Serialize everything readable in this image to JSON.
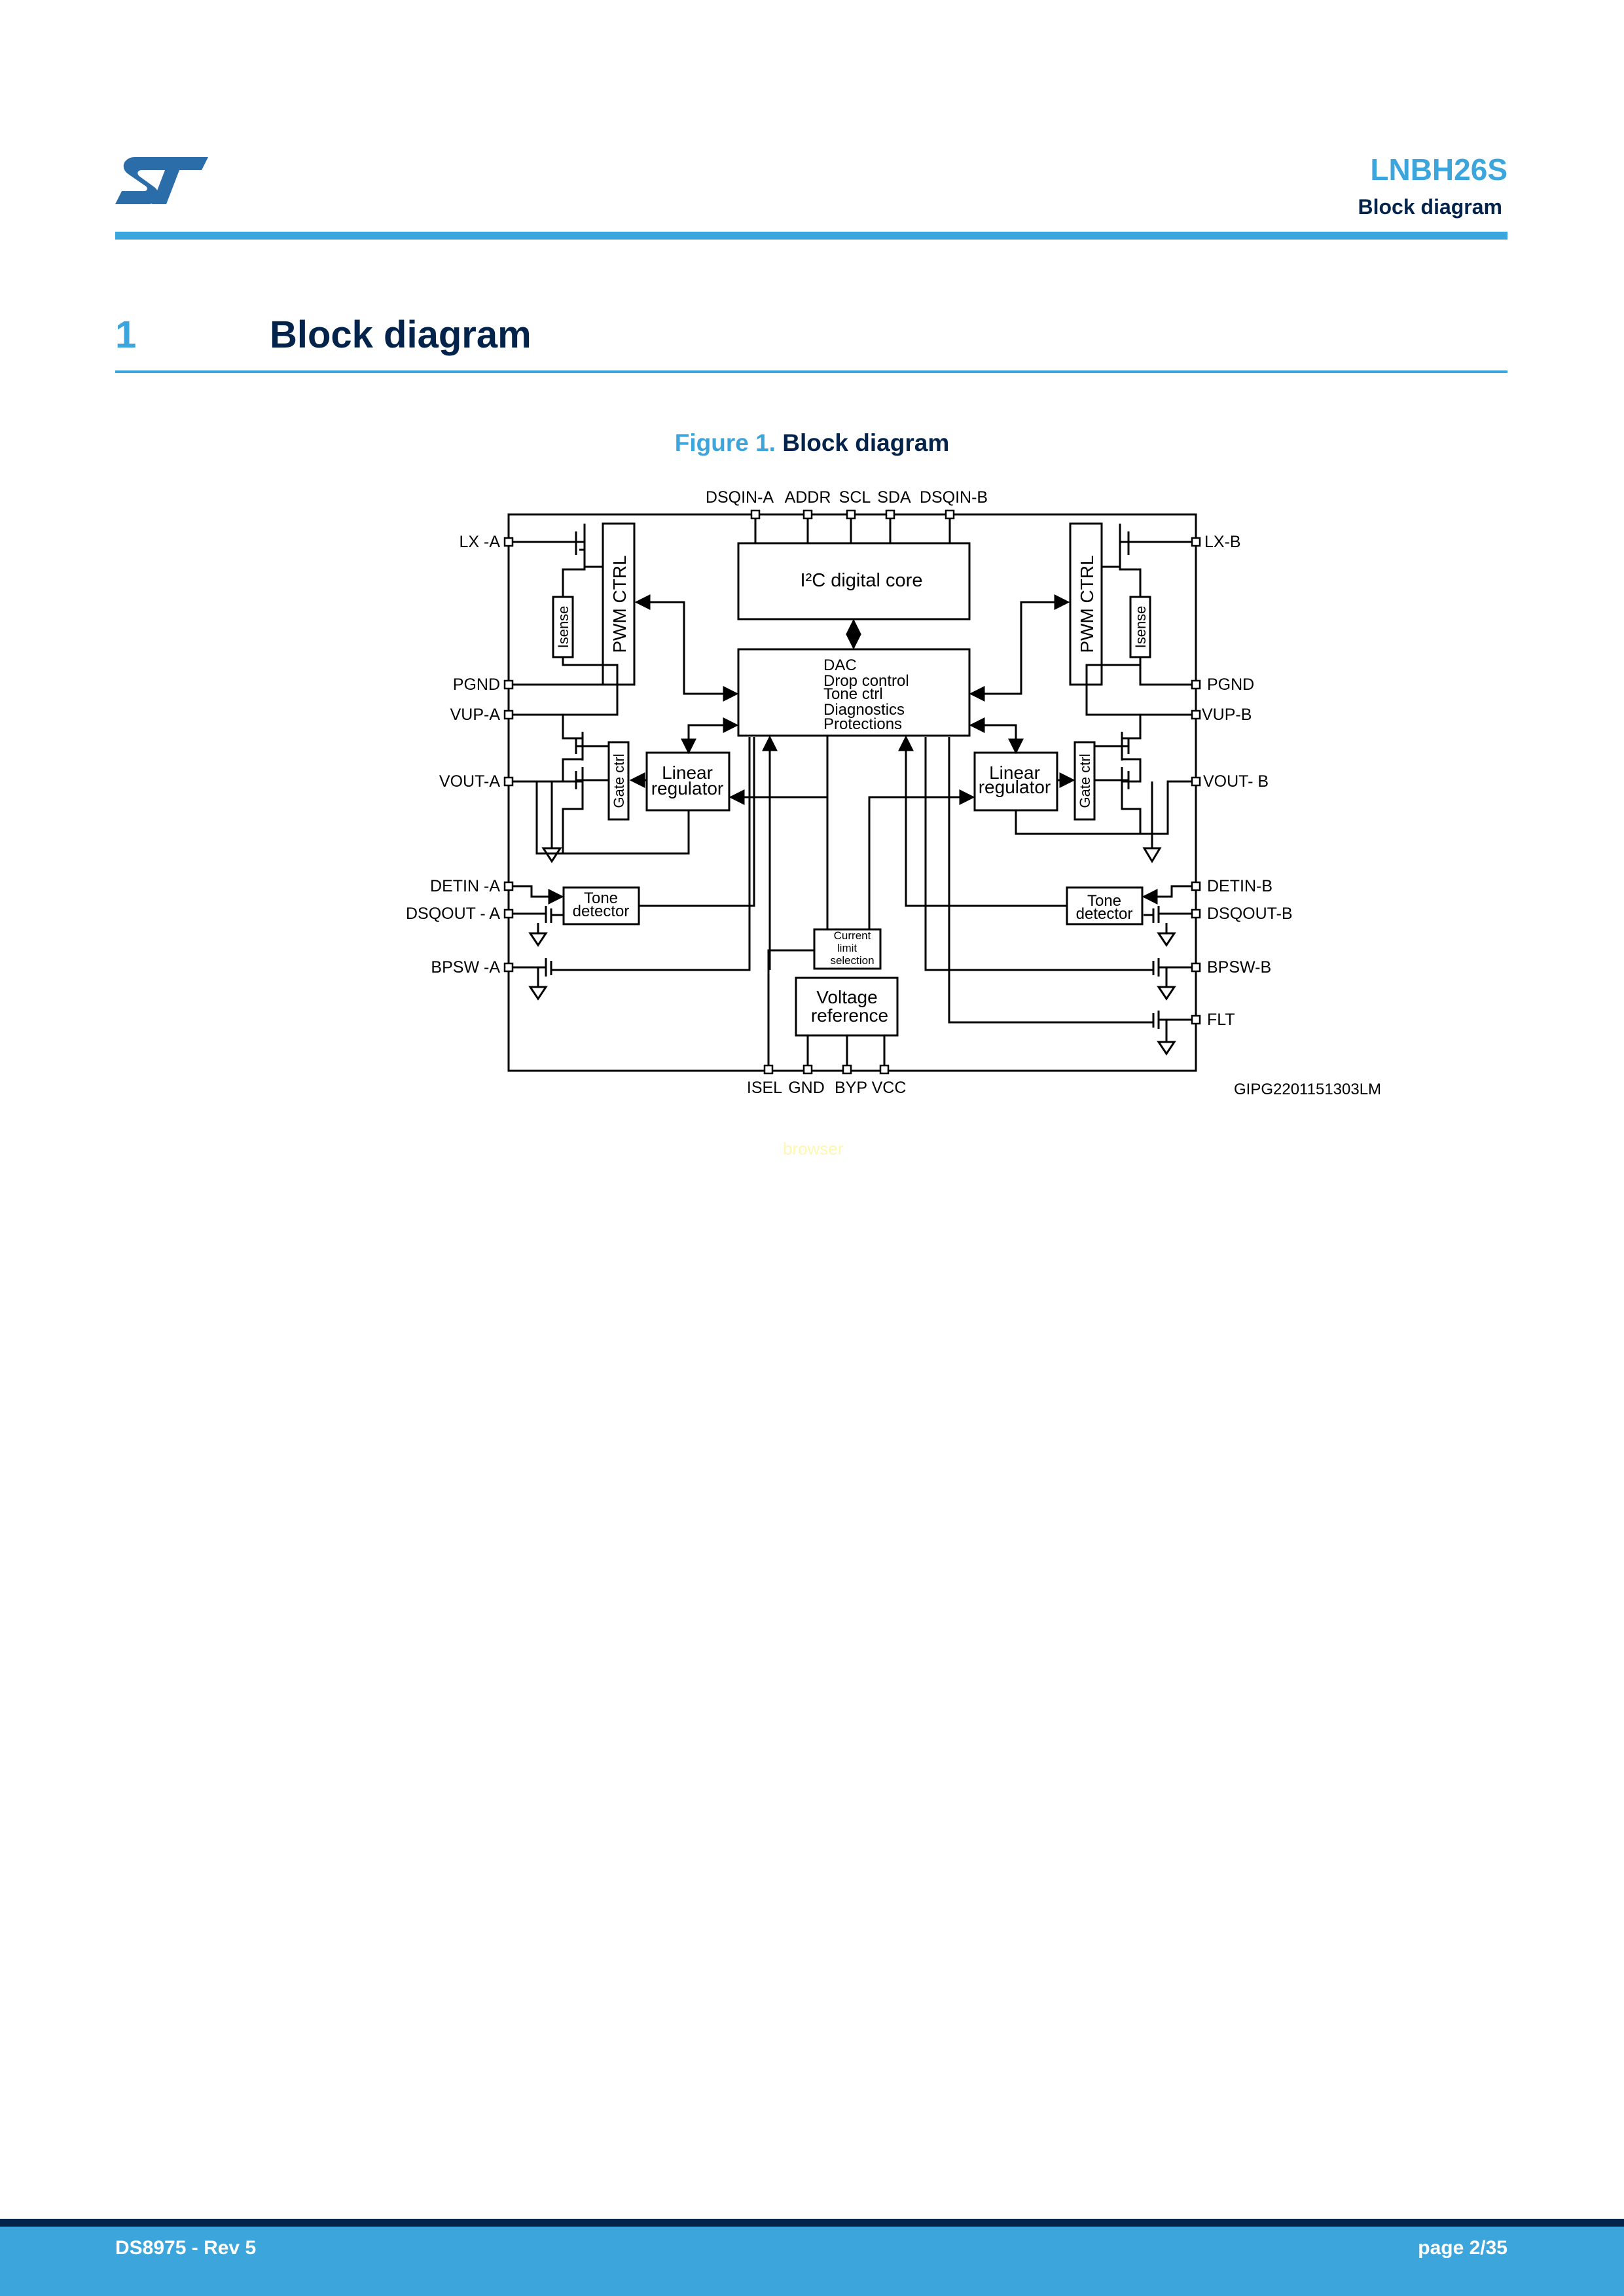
{
  "header": {
    "logo_text": "ST",
    "product": "LNBH26S",
    "section": "Block diagram",
    "colors": {
      "accent": "#3ca6dc",
      "navy": "#03234b",
      "logo": "#2b6da8"
    }
  },
  "section": {
    "number": "1",
    "title": "Block diagram"
  },
  "figure": {
    "number": "Figure 1.",
    "title": "Block diagram",
    "code": "GIPG2201151303LM",
    "pins_top": [
      "DSQIN-A",
      "ADDR",
      "SCL",
      "SDA",
      "DSQIN-B"
    ],
    "pins_left": [
      "LX -A",
      "PGND",
      "VUP-A",
      "VOUT-A",
      "DETIN -A",
      "DSQOUT - A",
      "BPSW -A"
    ],
    "pins_right": [
      "LX-B",
      "PGND",
      "VUP-B",
      "VOUT- B",
      "DETIN-B",
      "DSQOUT-B",
      "BPSW-B",
      "FLT"
    ],
    "pins_bottom": [
      "ISEL",
      "GND",
      "BYP",
      "VCC"
    ],
    "blocks": {
      "i2c_core": "I²C digital core",
      "control_lines": [
        "DAC",
        "Drop control",
        "Tone ctrl",
        "Diagnostics",
        "Protections"
      ],
      "pwm_ctrl": "PWM CTRL",
      "isense": "Isense",
      "gate_ctrl": "Gate ctrl",
      "linear_regulator": [
        "Linear",
        "regulator"
      ],
      "tone_detector": [
        "Tone",
        "detector"
      ],
      "current_limit": [
        "Current",
        "limit",
        "selection"
      ],
      "voltage_reference": [
        "Voltage",
        "reference"
      ]
    }
  },
  "watermark": "browser",
  "footer": {
    "doc": "DS8975 - Rev 5",
    "page": "page 2/35"
  }
}
